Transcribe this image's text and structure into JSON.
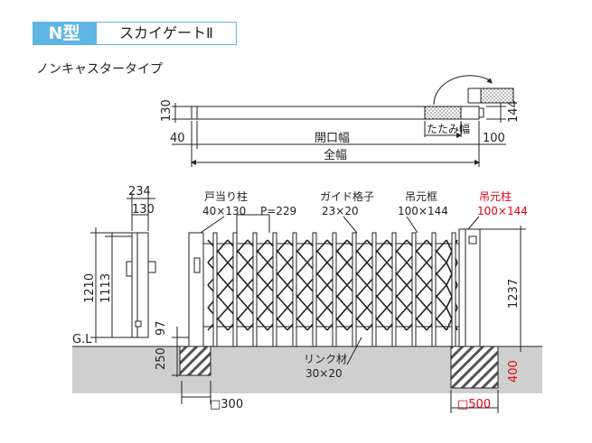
{
  "header": {
    "type_badge": "N型",
    "product_name": "スカイゲートⅡ",
    "subtitle": "ノンキャスタータイプ"
  },
  "plan_view": {
    "height_dim": "130",
    "left_dim": "40",
    "opening_width": "開口幅",
    "folded_width": "たたみ幅",
    "right_dim": "100",
    "total_width": "全幅",
    "post_dim": "144"
  },
  "elevation": {
    "post_width_outer": "234",
    "post_width_inner": "130",
    "height_overall": "1210",
    "height_inner": "1113",
    "clearance": "97",
    "ground_label": "G.L",
    "embed_depth_left": "250",
    "foundation_left": "□300",
    "end_post_label": "戸当り柱",
    "end_post_size": "40×130",
    "pitch": "P=229",
    "guide_label": "ガイド格子",
    "guide_size": "23×20",
    "hanging_frame_label": "吊元框",
    "hanging_frame_size": "100×144",
    "hanging_post_label": "吊元柱",
    "hanging_post_size": "100×144",
    "hanging_post_height": "1237",
    "link_label": "リンク材",
    "link_size": "30×20",
    "embed_depth_right": "400",
    "foundation_right": "□500"
  },
  "colors": {
    "accent": "#5fb6e3",
    "highlight": "#e60012",
    "ground": "#cfcfcf",
    "line": "#222222"
  }
}
